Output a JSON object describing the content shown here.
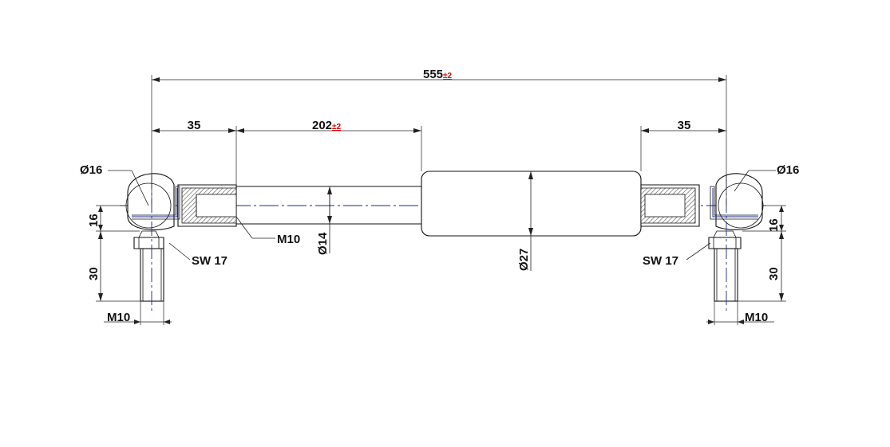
{
  "dimensions": {
    "overall_length": "555",
    "overall_tolerance": "±2",
    "stroke": "202",
    "stroke_tolerance": "±2",
    "left_end_length": "35",
    "right_end_length": "35",
    "left_ball_diameter": "Ø16",
    "right_ball_diameter": "Ø16",
    "left_ball_height": "16",
    "right_ball_height": "16",
    "left_stud_length": "30",
    "right_stud_length": "30",
    "left_wrench_size": "SW 17",
    "right_wrench_size": "SW 17",
    "left_stud_thread": "M10",
    "right_stud_thread": "M10",
    "rod_end_thread": "M10",
    "rod_diameter": "Ø14",
    "body_diameter": "Ø27"
  },
  "colors": {
    "line": "#111111",
    "centerline": "#1a2a8c",
    "tolerance": "#e00000",
    "hatch": "#555555"
  }
}
